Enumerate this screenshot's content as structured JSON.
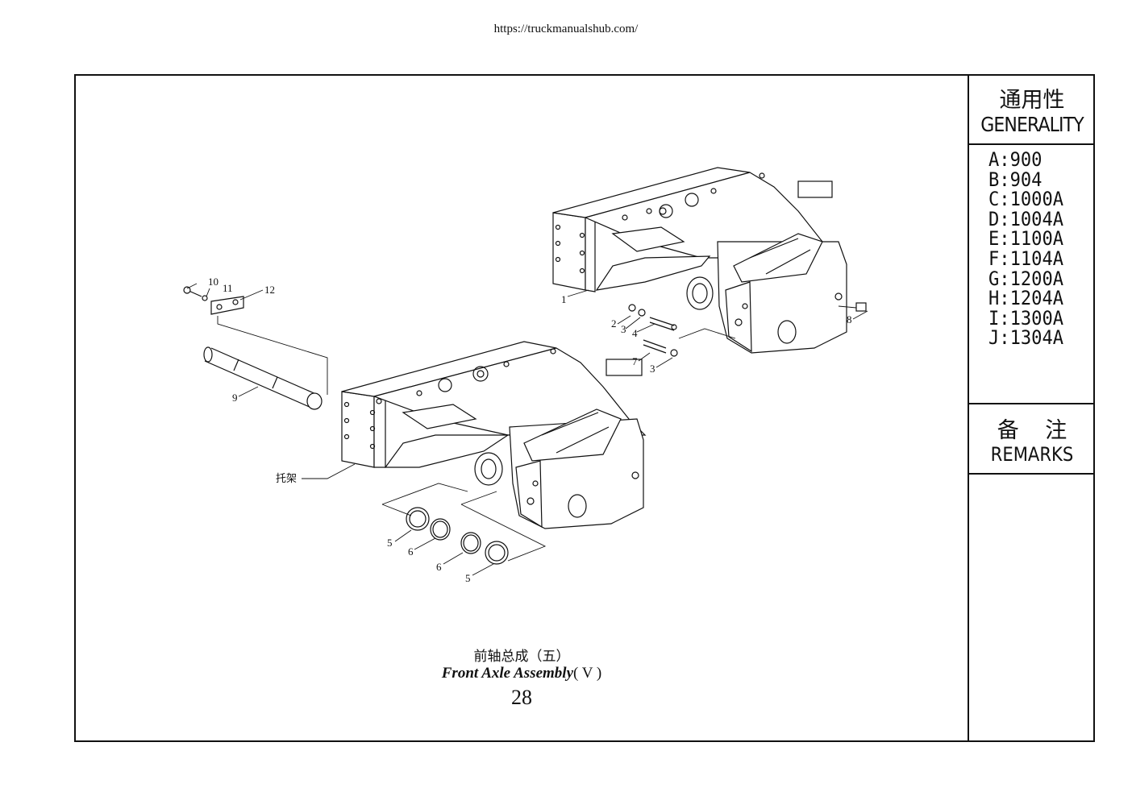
{
  "header": {
    "url": "https://truckmanualshub.com/"
  },
  "sidebar": {
    "generality_cn": "通用性",
    "generality_en": "GENERALITY",
    "models": [
      "A:900",
      "B:904",
      "C:1000A",
      "D:1004A",
      "E:1100A",
      "F:1104A",
      "G:1200A",
      "H:1204A",
      "I:1300A",
      "J:1304A"
    ],
    "remarks_cn": "备 注",
    "remarks_en": "REMARKS"
  },
  "diagram": {
    "callouts": [
      "1",
      "2",
      "3",
      "4",
      "7",
      "3",
      "8",
      "10",
      "11",
      "12",
      "9",
      "托架",
      "5",
      "6",
      "6",
      "5"
    ]
  },
  "caption": {
    "title_cn": "前轴总成（五）",
    "title_en": "Front Axle Assembly",
    "title_en_suffix": "( V )",
    "page_number": "28"
  }
}
